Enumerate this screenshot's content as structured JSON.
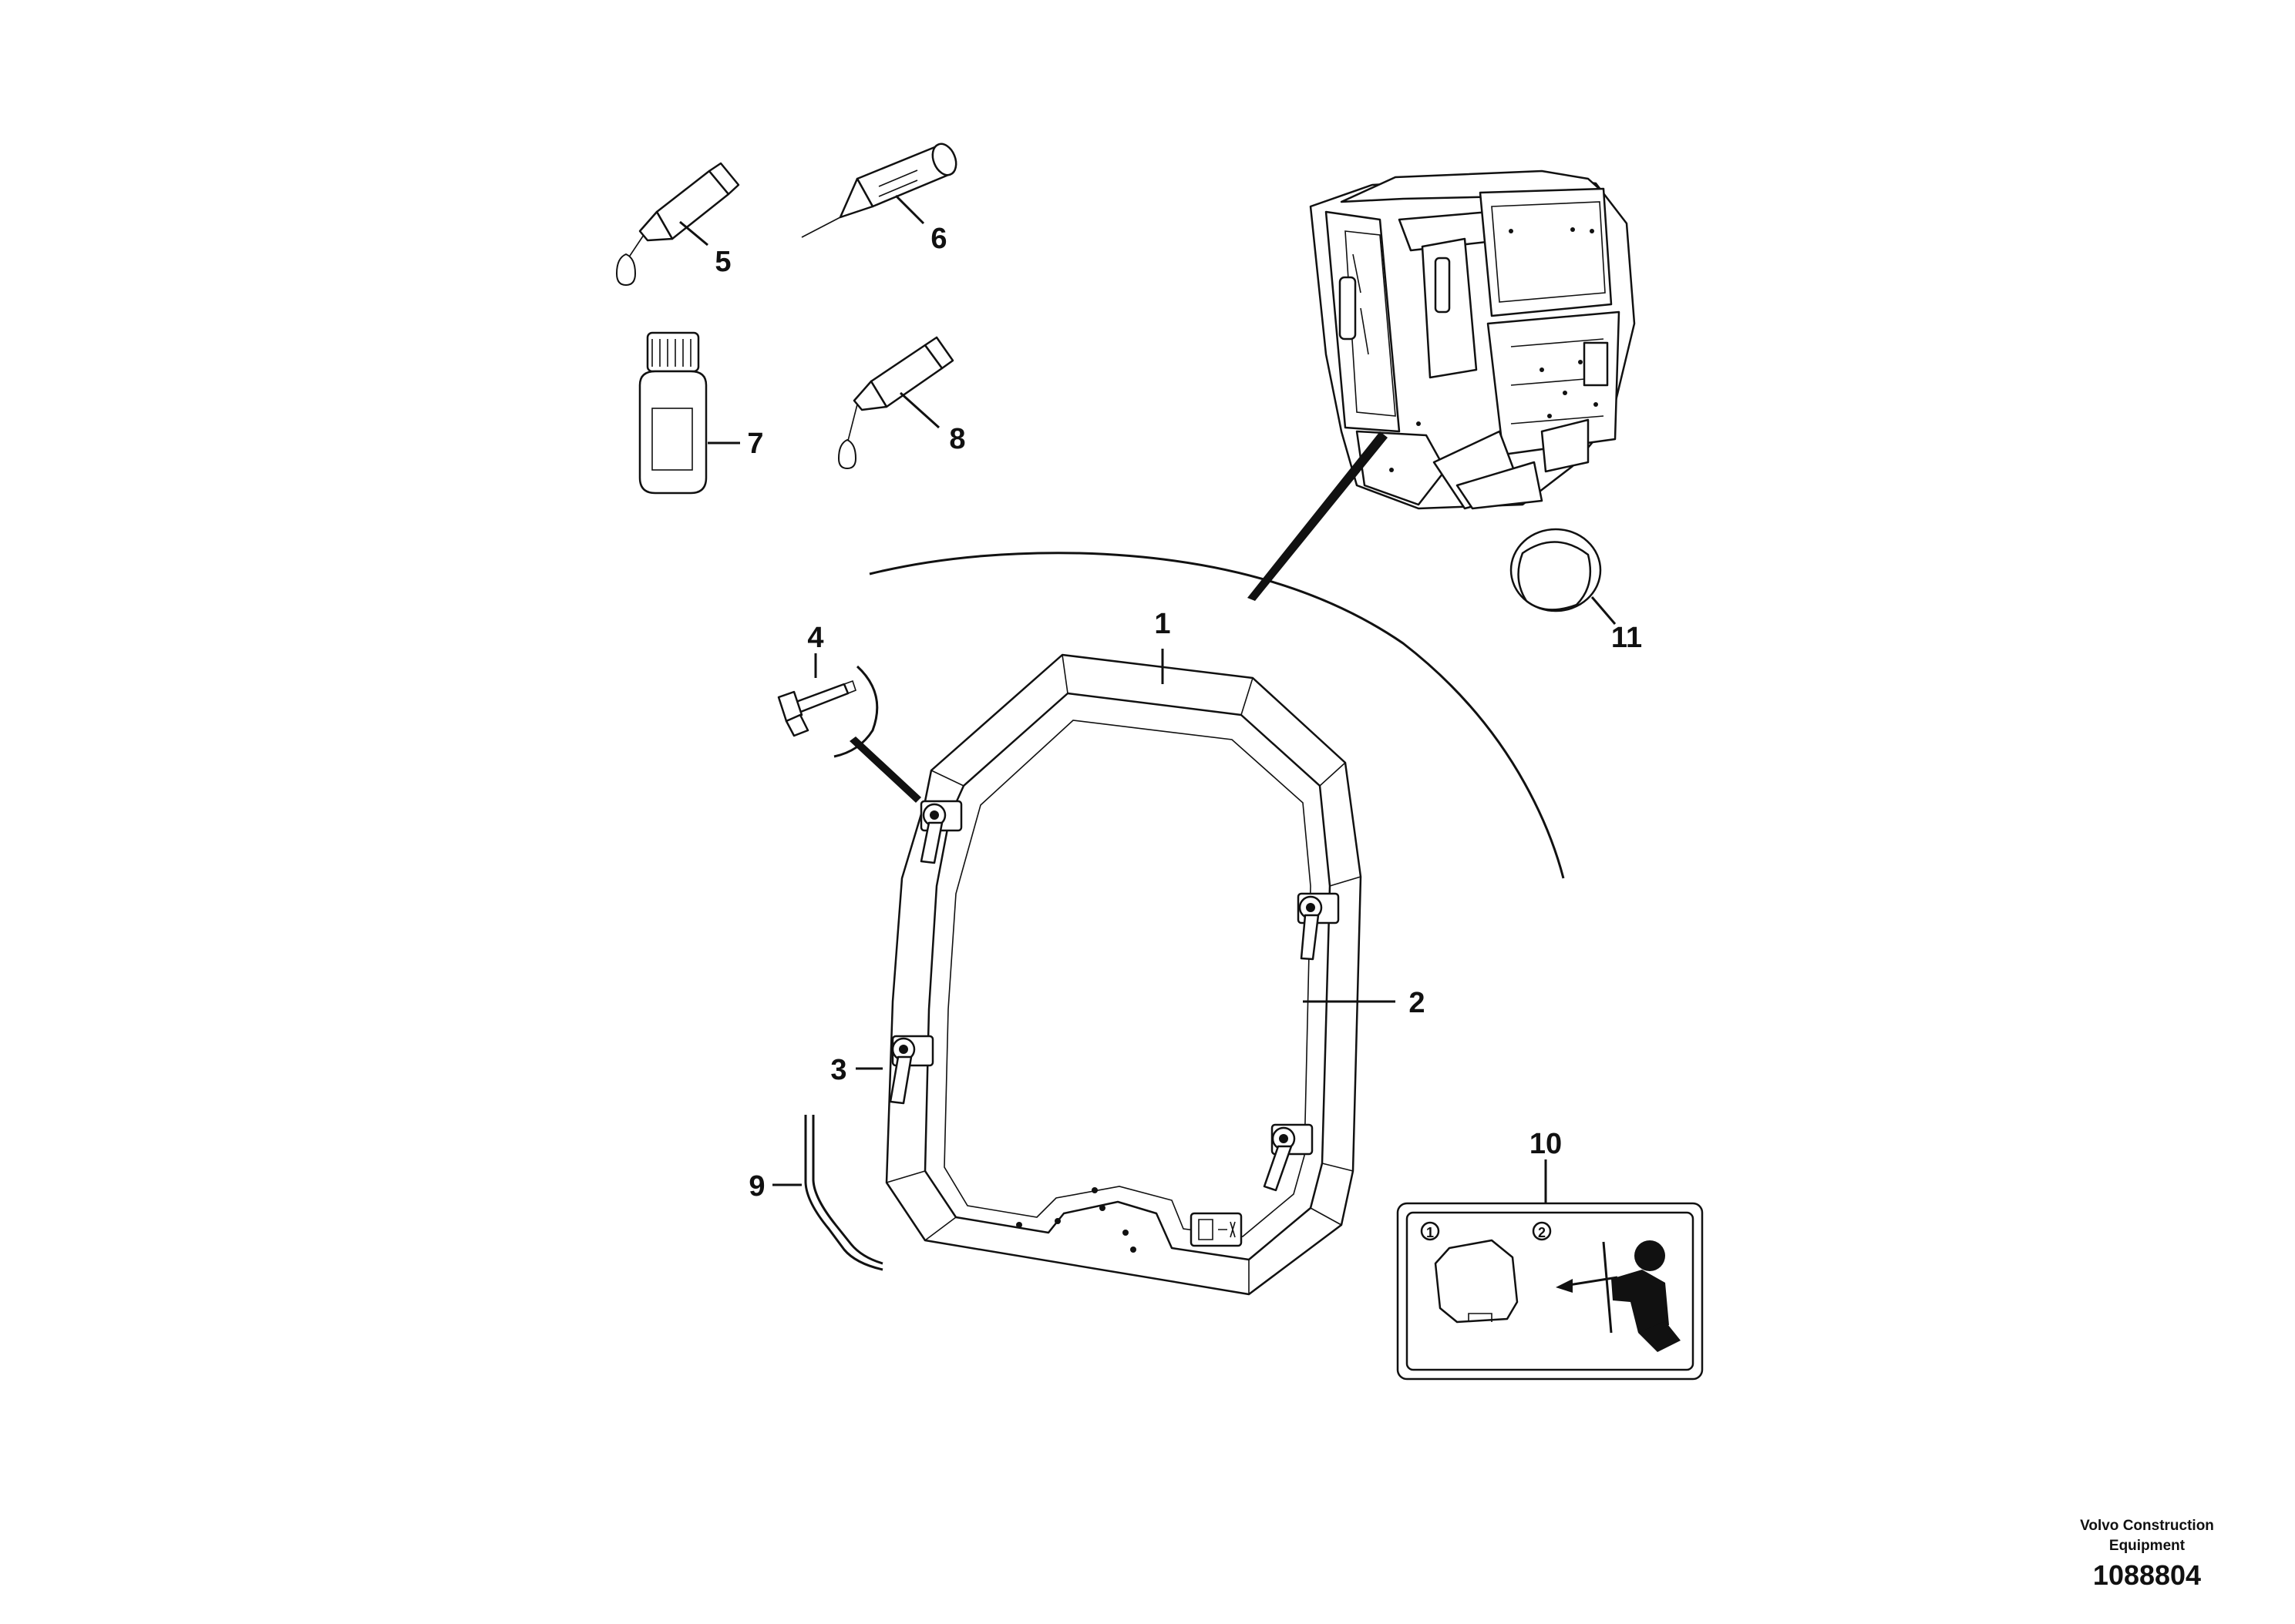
{
  "callouts": {
    "c1": "1",
    "c2": "2",
    "c3": "3",
    "c4": "4",
    "c5": "5",
    "c6": "6",
    "c7": "7",
    "c8": "8",
    "c9": "9",
    "c10": "10",
    "c11": "11"
  },
  "decal": {
    "step1": "1",
    "step2": "2"
  },
  "credit": {
    "company": "Volvo Construction Equipment",
    "illustration_number": "1088804"
  }
}
